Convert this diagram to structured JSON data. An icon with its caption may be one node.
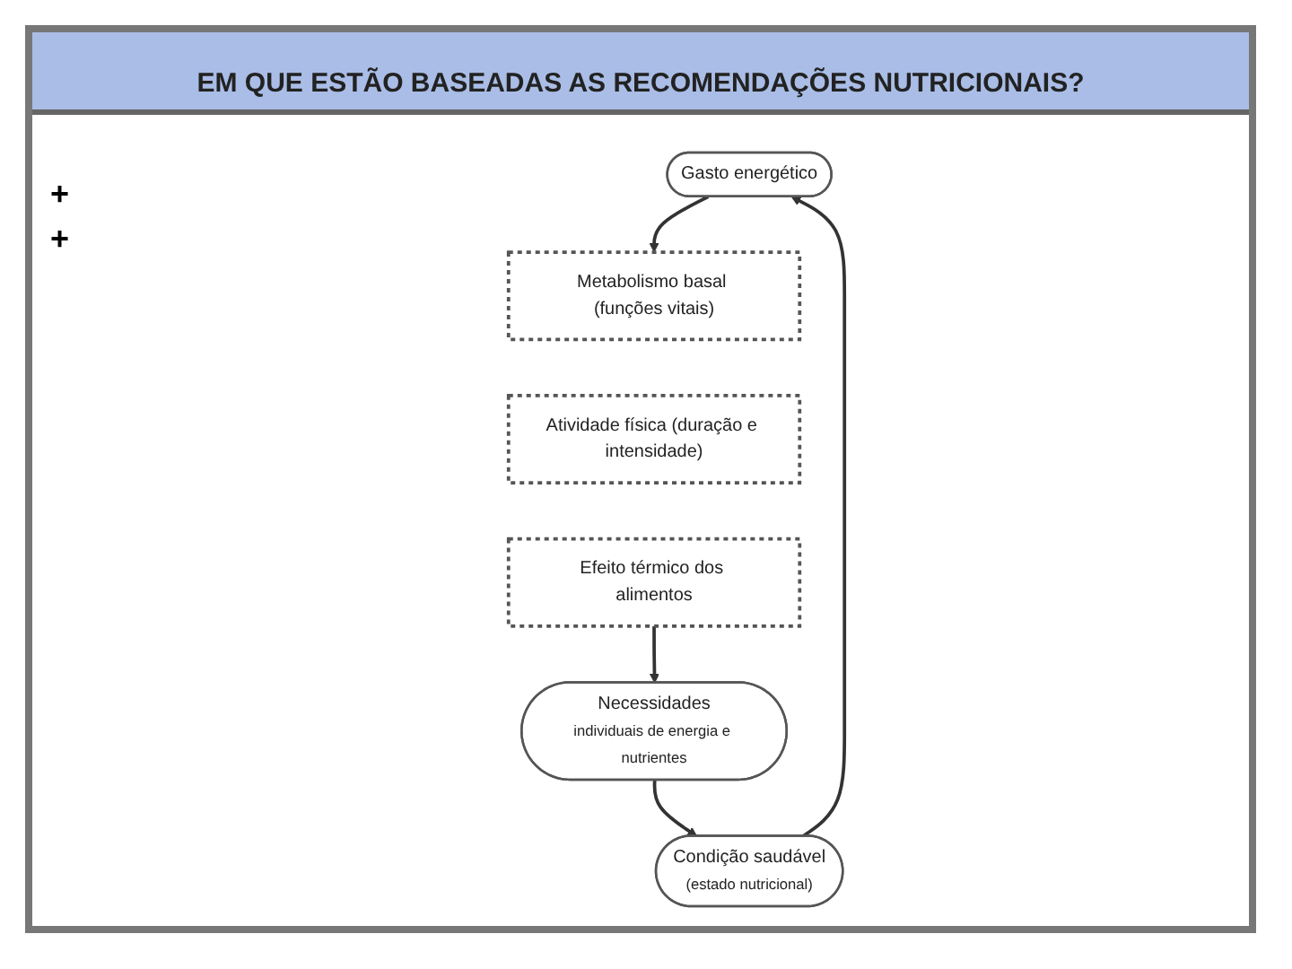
{
  "diagram": {
    "title": "EM QUE ESTÃO BASEADAS AS RECOMENDAÇÕES NUTRICIONAIS?",
    "nodes": [
      {
        "text": [
          "Gasto energético"
        ]
      },
      {
        "text": [
          "Condição saudável",
          "(estado nutricional)"
        ]
      },
      {
        "text": [
          "Metabolismo basal (funções vitais)"
        ]
      },
      {
        "text": [
          "Atividade física (duração e intensidade)"
        ]
      },
      {
        "text": [
          "Efeito térmico dos alimentos"
        ]
      },
      {
        "text": [
          "Necessidades",
          "individuais de energia e nutrientes"
        ]
      }
    ],
    "edges": [
      {
        "from": 0,
        "to": 2,
        "arrow": "to"
      },
      {
        "from": 4,
        "to": 5,
        "arrow": "to"
      },
      {
        "from": 5,
        "to": 1,
        "arrow": "to"
      },
      {
        "from": 1,
        "to": 0,
        "arrow": "to"
      }
    ],
    "labels": [
      "+",
      "+"
    ]
  }
}
